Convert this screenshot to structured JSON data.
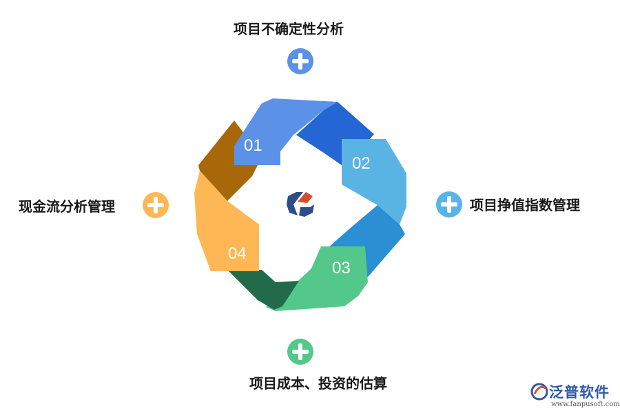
{
  "items": [
    {
      "number": "01",
      "label": "项目不确定性分析",
      "color": "#5B91E6",
      "shade": "#2466D3",
      "plus_color": "#5B91E6"
    },
    {
      "number": "02",
      "label": "项目挣值指数管理",
      "color": "#5AB4E3",
      "shade": "#2A8FD3",
      "plus_color": "#5AB4E3"
    },
    {
      "number": "03",
      "label": "项目成本、投资的估算",
      "color": "#54C88A",
      "shade": "#226B4A",
      "plus_color": "#54C88A"
    },
    {
      "number": "04",
      "label": "现金流分析管理",
      "color": "#FDB855",
      "shade": "#A8680A",
      "plus_color": "#FDB855"
    }
  ],
  "center": {
    "icon": "hexagon-logo-icon"
  },
  "brand": {
    "name": "泛普软件",
    "url": "www.fanpusoft.com",
    "icon": "fanpu-logo-icon"
  }
}
